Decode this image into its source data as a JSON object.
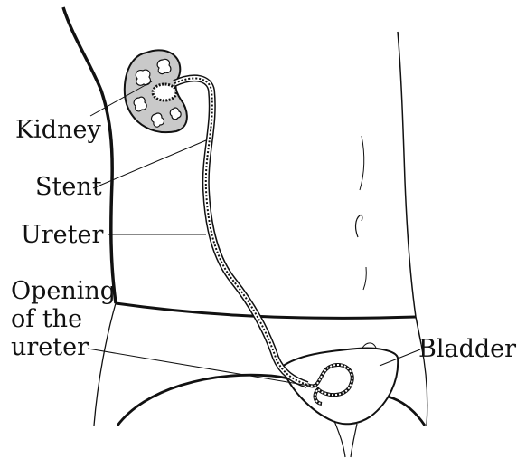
{
  "labels": {
    "kidney": "Kidney",
    "stent": "Stent",
    "ureter": "Ureter",
    "opening_line1": "Opening",
    "opening_line2": "of the",
    "opening_line3": "ureter",
    "bladder": "Bladder"
  },
  "colors": {
    "outline": "#111111",
    "kidney_fill": "#c9c9c9",
    "background": "#ffffff"
  }
}
